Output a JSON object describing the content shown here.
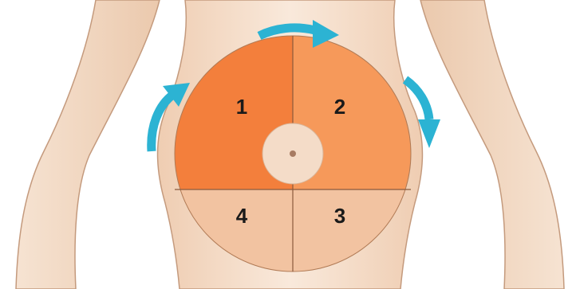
{
  "colors": {
    "skin_light": "#f7e6d6",
    "skin_mid": "#efd0b6",
    "skin_outline": "#c49a7d",
    "upper_quadrant_left": "#f37f3c",
    "upper_quadrant_right": "#f6995a",
    "lower_quadrant": "#f2c3a1",
    "navel_zone": "#f4dcc8",
    "navel_dot": "#a77b62",
    "arrow": "#2cb3d3"
  },
  "diagram": {
    "quadrants": [
      {
        "id": "upper-left",
        "label": "1"
      },
      {
        "id": "upper-right",
        "label": "2"
      },
      {
        "id": "lower-right",
        "label": "3"
      },
      {
        "id": "lower-left",
        "label": "4"
      }
    ],
    "arrows": [
      {
        "icon": "curved-arrow-up-right-icon",
        "direction": "clockwise"
      },
      {
        "icon": "curved-arrow-right-icon",
        "direction": "clockwise"
      },
      {
        "icon": "curved-arrow-down-icon",
        "direction": "clockwise"
      }
    ]
  }
}
